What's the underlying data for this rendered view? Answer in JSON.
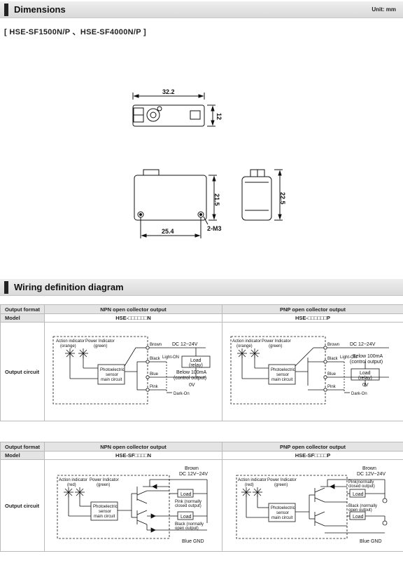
{
  "dimensions": {
    "title": "Dimensions",
    "unit": "Unit:  mm",
    "models": "[ HSE-SF1500N/P 、HSE-SF4000N/P ]",
    "labels": {
      "width": "32.2",
      "height": "12",
      "side_height": "21.5",
      "hole_spacing": "25.4",
      "screw": "2-M3",
      "end_height": "22.5"
    }
  },
  "wiring": {
    "title": "Wiring definition diagram",
    "tables": [
      {
        "header_label": "Output format",
        "npn_header": "NPN open collector output",
        "pnp_header": "PNP open collector output",
        "model_label": "Model",
        "npn_model": "HSE-□□□□□□N",
        "pnp_model": "HSE-□□□□□□P",
        "circuit_label": "Output circuit",
        "npn": {
          "action": "Action indicator",
          "action_color": "(orange)",
          "power": "Power Indicator",
          "power_color": "(green)",
          "sensor1": "Photoelectric",
          "sensor2": "sensor",
          "sensor3": "main circuit",
          "brown": "Brown",
          "voltage": "DC 12~24V",
          "black": "Black",
          "light_on": "Light-ON",
          "load1": "Load",
          "load2": "(relay)",
          "below1": "Below 100mA",
          "below2": "(control output)",
          "blue": "Blue",
          "zero_v": "0V",
          "pink": "Pink",
          "dark_on": "Dark-On"
        },
        "pnp": {
          "action": "Action indicator",
          "action_color": "(orange)",
          "power": "Power Indicator",
          "power_color": "(green)",
          "sensor1": "Photoelectric",
          "sensor2": "sensor",
          "sensor3": "main circuit",
          "brown": "Brown",
          "voltage": "DC 12~24V",
          "black": "Black",
          "light_on": "Light-ON",
          "below1": "Below 100mA",
          "below2": "(control output)",
          "load1": "Load",
          "load2": "(relay)",
          "blue": "Blue",
          "zero_v": "0V",
          "pink": "Pink",
          "dark_on": "Dark-On"
        }
      },
      {
        "header_label": "Output format",
        "npn_header": "NPN open collector output",
        "pnp_header": "PNP open collector output",
        "model_label": "Model",
        "npn_model": "HSE-SF□□□□N",
        "pnp_model": "HSE-SF□□□□P",
        "circuit_label": "Output circuit",
        "npn": {
          "brown": "Brown",
          "voltage": "DC 12V~24V",
          "action": "Action indicator",
          "action_color": "(red)",
          "power": "Power Indicator",
          "power_color": "(green)",
          "sensor1": "Photoelectric",
          "sensor2": "sensor",
          "sensor3": "main circuit",
          "load": "Load",
          "pink1": "Pink (normally",
          "pink2": "closed output)",
          "black1": "Black (normally",
          "black2": "open output)",
          "blue": "Blue GND"
        },
        "pnp": {
          "brown": "Brown",
          "voltage": "DC 12V~24V",
          "action": "Action indicator",
          "action_color": "(red)",
          "power": "Power Indicator",
          "power_color": "(green)",
          "sensor1": "Photoelectric",
          "sensor2": "sensor",
          "sensor3": "main circuit",
          "pink1": "Pink(normally",
          "pink2": "closed output)",
          "load": "Load",
          "black1": "Black (normally",
          "black2": "open output)",
          "blue": "Blue GND"
        }
      }
    ]
  }
}
